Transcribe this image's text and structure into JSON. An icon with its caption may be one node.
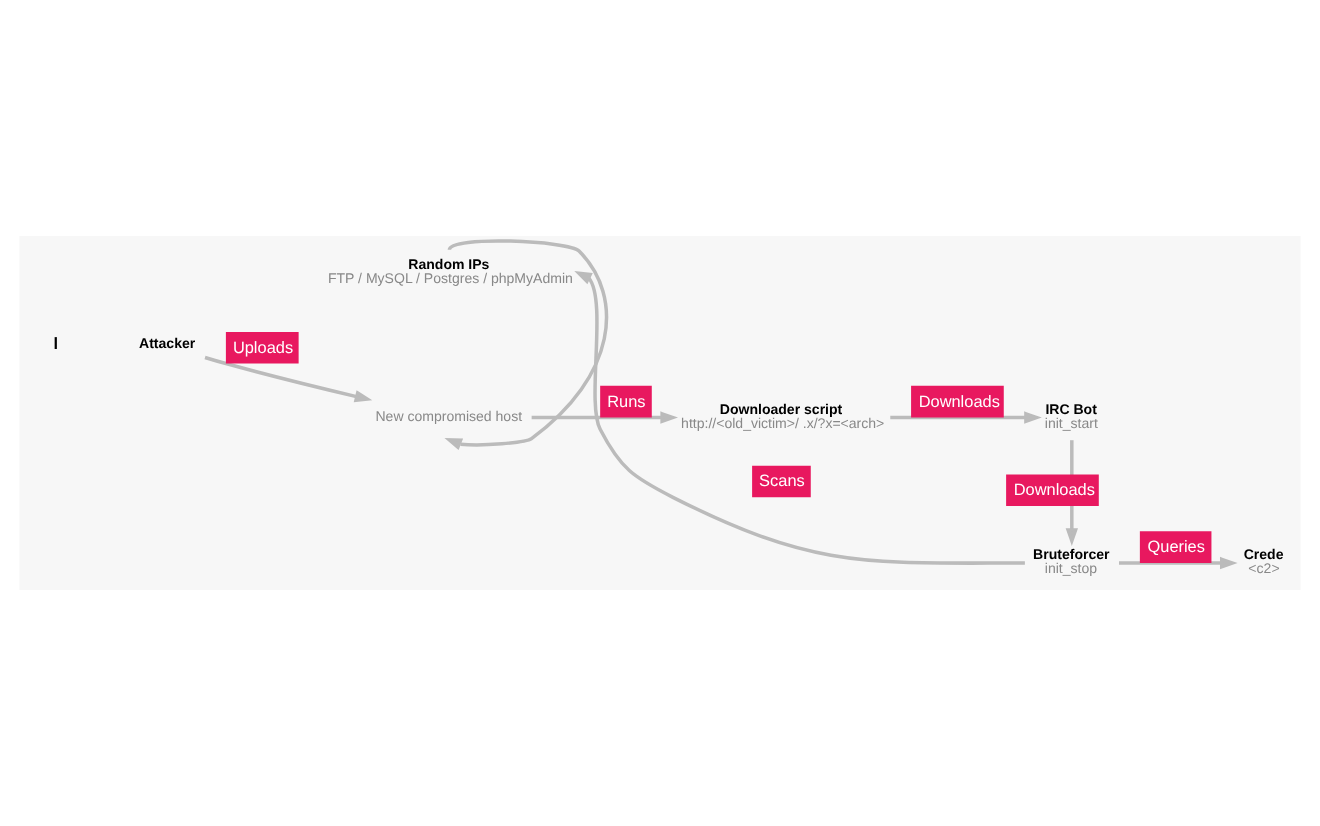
{
  "diagram": {
    "nodes": [
      {
        "text": [
          "Attacker"
        ]
      },
      {
        "text": [
          "New compromised host"
        ]
      },
      {
        "text": [
          "Downloader script",
          "http://<old_victim>/ .x/?x=<arch>"
        ]
      },
      {
        "text": [
          "IRC Bot",
          "init_start"
        ]
      },
      {
        "text": [
          "Bruteforcer",
          "init_stop"
        ]
      },
      {
        "text": [
          "Random IPs",
          "FTP / MySQL / Postgres / phpMyAdmin"
        ]
      },
      {
        "text": [
          "Crede",
          "<c2>"
        ]
      }
    ],
    "edges": [
      {
        "from": 0,
        "to": 1,
        "arrow": "to",
        "label": "Uploads"
      },
      {
        "from": 1,
        "to": 2,
        "arrow": "to",
        "label": "Runs"
      },
      {
        "from": 2,
        "to": 3,
        "arrow": "to",
        "label": "Downloads"
      },
      {
        "from": 3,
        "to": 4,
        "arrow": "to",
        "label": "Downloads"
      },
      {
        "from": 4,
        "to": 5,
        "arrow": "to",
        "label": "Scans"
      },
      {
        "from": 4,
        "to": 6,
        "arrow": "to",
        "label": "Queries"
      },
      {
        "from": 5,
        "to": 1,
        "arrow": "to"
      }
    ],
    "labels": [
      "l"
    ]
  }
}
